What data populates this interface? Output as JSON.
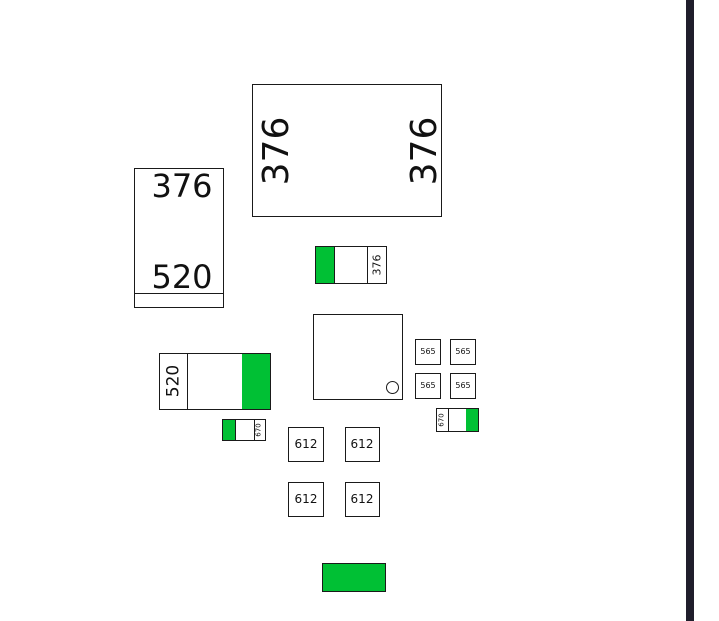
{
  "colors": {
    "pad_green": "#00c034",
    "outline": "#1a1a1a",
    "right_bar": "#1f1d2b"
  },
  "components": {
    "big_top": {
      "left_label": "376",
      "right_label": "376"
    },
    "left_tall": {
      "top_label": "376",
      "bottom_label": "520"
    },
    "small_376": {
      "label": "376"
    },
    "left_mid": {
      "label": "520"
    },
    "small_670_left": {
      "label": "670"
    },
    "small_670_right": {
      "label": "670"
    },
    "ic_565": [
      "565",
      "565",
      "565",
      "565"
    ],
    "pads_612": [
      "612",
      "612",
      "612",
      "612"
    ]
  }
}
